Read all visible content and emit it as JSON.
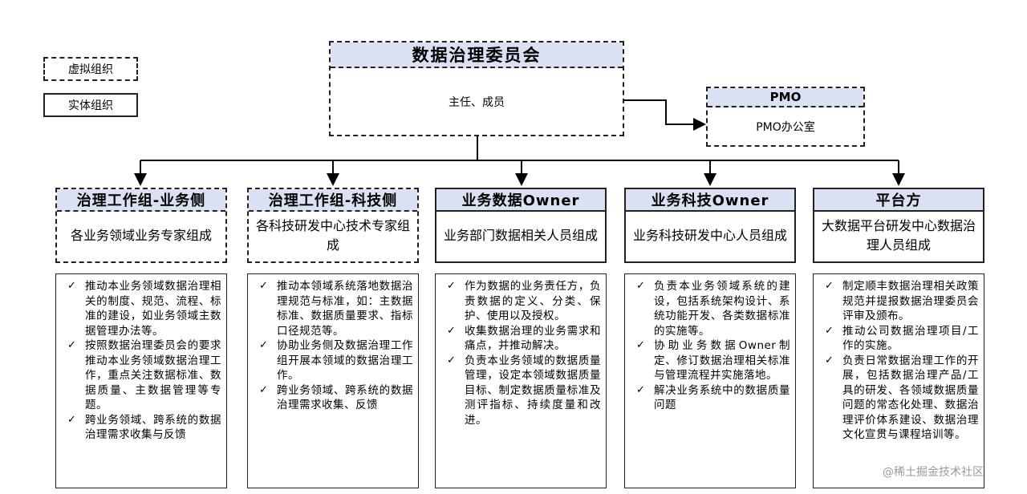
{
  "legend": {
    "virtual": "虚拟组织",
    "entity": "实体组织"
  },
  "committee": {
    "title": "数据治理委员会",
    "members": "主任、成员"
  },
  "pmo": {
    "title": "PMO",
    "body": "PMO办公室"
  },
  "groups": [
    {
      "title": "治理工作组-业务侧",
      "body": "各业务领域业务专家组成",
      "duties": [
        "推动本业务领域数据治理相关的制度、规范、流程、标准的建设，如业务领域主数据管理办法等。",
        "按照数据治理委员会的要求推动本业务领域数据治理工作，重点关注数据标准、数据质量、主数据管理等专题。",
        "跨业务领域、跨系统的数据治理需求收集与反馈"
      ]
    },
    {
      "title": "治理工作组-科技侧",
      "body": "各科技研发中心技术专家组成",
      "duties": [
        "推动本领域系统落地数据治理规范与标准，如：主数据标准、数据质量要求、指标口径规范等。",
        "协助业务侧及数据治理工作组开展本领域的数据治理工作。",
        "跨业务领域、跨系统的数据治理需求收集、反馈"
      ]
    },
    {
      "title": "业务数据Owner",
      "body": "业务部门数据相关人员组成",
      "duties": [
        "作为数据的业务责任方，负责数据的定义、分类、保护、使用以及授权。",
        "收集数据治理的业务需求和痛点，并推动解决。",
        "负责本业务领域的数据质量管理，设定本领域数据质量目标、制定数据质量标准及测评指标、持续度量和改进。"
      ]
    },
    {
      "title": "业务科技Owner",
      "body": "业务科技研发中心人员组成",
      "duties": [
        "负责本业务领域系统的建设，包括系统架构设计、系统功能开发、各类数据标准的实施等。",
        "协助业务数据Owner制定、修订数据治理相关标准与管理流程并实施落地。",
        "解决业务系统中的数据质量问题"
      ]
    },
    {
      "title": "平台方",
      "body": "大数据平台研发中心数据治理人员组成",
      "duties": [
        "制定顺丰数据治理相关政策规范并提报数据治理委员会评审及颁布。",
        "推动公司数据治理项目/工作的实施。",
        "负责日常数据治理工作的开展，包括数据治理产品/工具的研发、各领域数据质量问题的常态化处理、数据治理评价体系建设、数据治理文化宣贯与课程培训等。"
      ]
    }
  ],
  "watermark": "@稀土掘金技术社区",
  "colors": {
    "header_fill": "#d9e1f2",
    "line": "#222222"
  }
}
